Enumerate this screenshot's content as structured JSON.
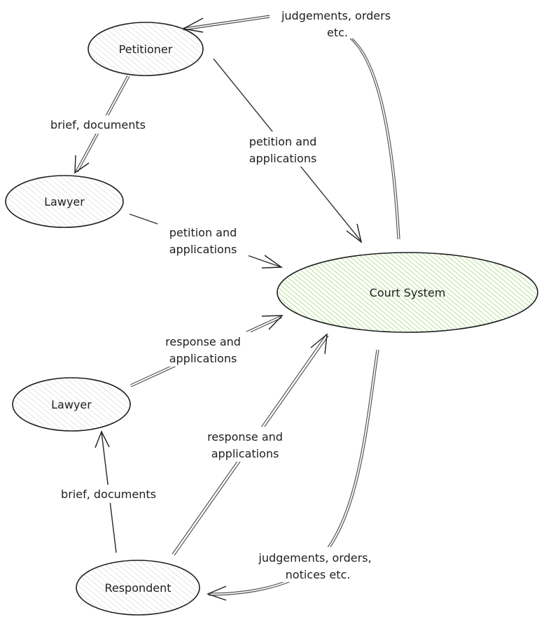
{
  "diagram": {
    "title": "",
    "nodes": [
      {
        "id": "petitioner",
        "label": "Petitioner",
        "fill": "#e9ecef"
      },
      {
        "id": "lawyer_pet",
        "label": "Lawyer",
        "fill": "#e9ecef"
      },
      {
        "id": "court",
        "label": "Court System",
        "fill": "#b2f2bb",
        "hatch": "#8ccf5a"
      },
      {
        "id": "lawyer_resp",
        "label": "Lawyer",
        "fill": "#e9ecef"
      },
      {
        "id": "respondent",
        "label": "Respondent",
        "fill": "#e9ecef"
      }
    ],
    "edges": [
      {
        "from": "court",
        "to": "petitioner",
        "label_lines": [
          "judgements, orders",
          "etc."
        ]
      },
      {
        "from": "petitioner",
        "to": "lawyer_pet",
        "label_lines": [
          "brief, documents"
        ]
      },
      {
        "from": "petitioner",
        "to": "court",
        "label_lines": [
          "petition and",
          "applications"
        ]
      },
      {
        "from": "lawyer_pet",
        "to": "court",
        "label_lines": [
          "petition and",
          "applications"
        ]
      },
      {
        "from": "lawyer_resp",
        "to": "court",
        "label_lines": [
          "response and",
          "applications"
        ]
      },
      {
        "from": "respondent",
        "to": "court",
        "label_lines": [
          "response and",
          "applications"
        ]
      },
      {
        "from": "respondent",
        "to": "lawyer_resp",
        "label_lines": [
          "brief, documents"
        ]
      },
      {
        "from": "court",
        "to": "respondent",
        "label_lines": [
          "judgements, orders,",
          "notices etc."
        ]
      }
    ]
  }
}
